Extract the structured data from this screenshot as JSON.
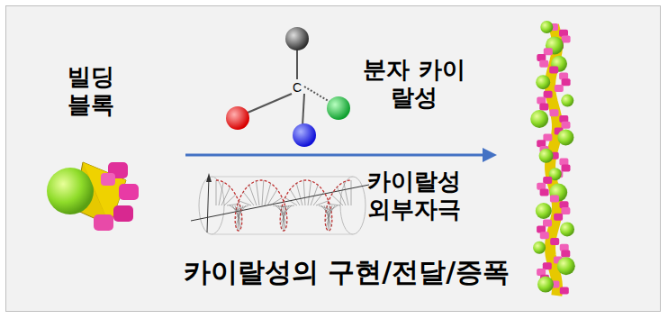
{
  "diagram": {
    "caption": "카이랄성의 구현/전달/증폭",
    "labels": [
      "빌딩 블록",
      "분자 카이랄성",
      "카이랄성 외부자극"
    ]
  }
}
